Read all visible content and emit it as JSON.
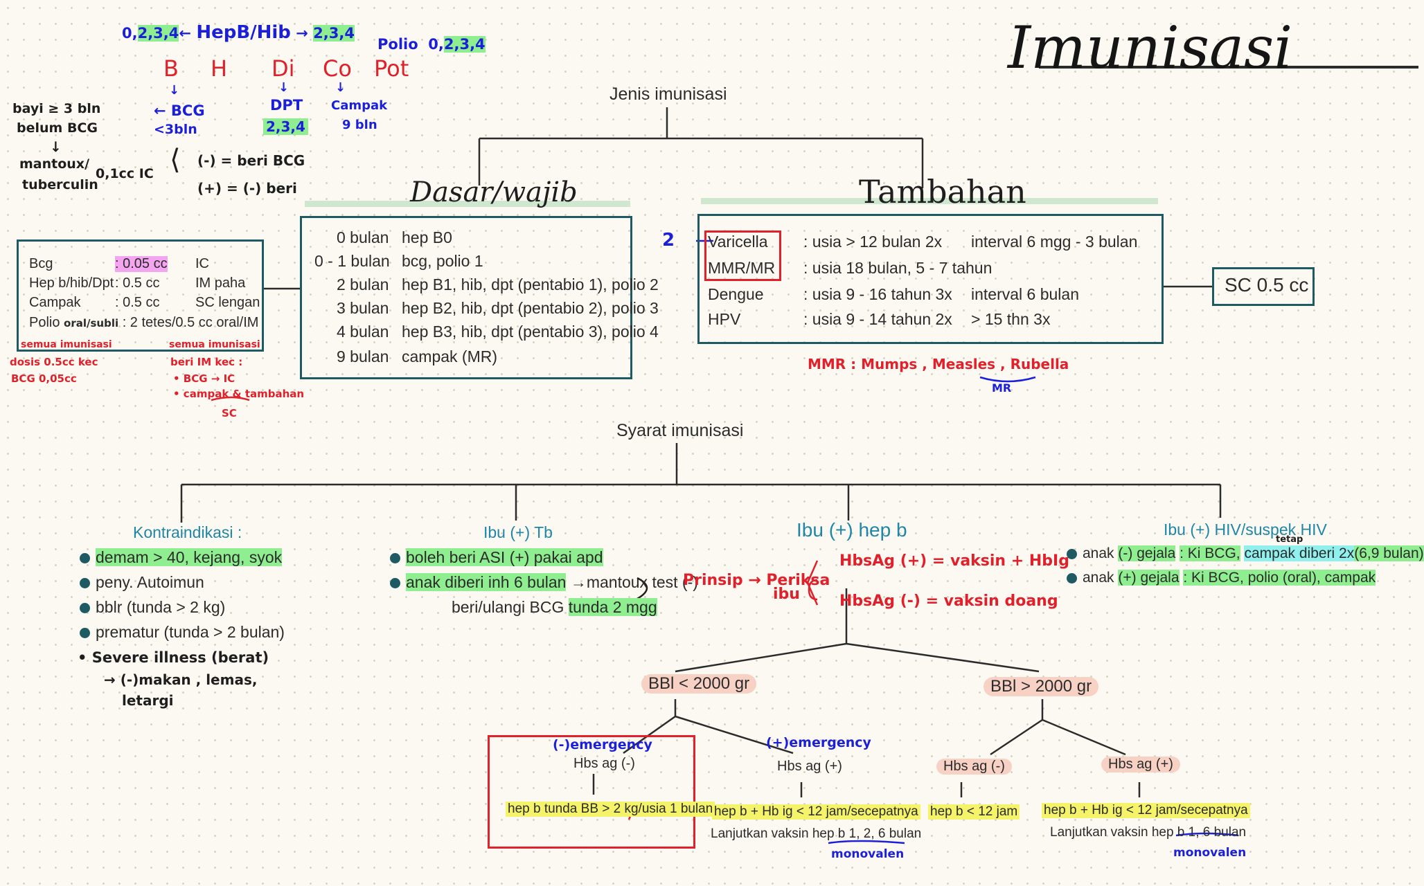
{
  "title": "Imunisasi",
  "top_notes": {
    "hepb_line_a": "0,",
    "hepb_line_a_hl": "2,3,4",
    "hepb_label": "HepB/Hib",
    "hepb_line_b": "2,3,4",
    "polio_label": "Polio",
    "polio_a": "0,",
    "polio_b": "2,3,4",
    "letters": [
      "B",
      "H",
      "Di",
      "Co",
      "Pot"
    ],
    "bcg": "BCG",
    "bcg_sub": "<3bln",
    "dpt": "DPT",
    "dpt_sub": "2,3,4",
    "campak": "Campak",
    "campak_sub": "9 bln",
    "bayi1": "bayi ≥ 3 bln",
    "bayi2": "belum BCG",
    "mantoux1": "mantoux/",
    "mantoux2": "tuberculin",
    "dose": "0,1cc IC",
    "neg": "(-) = beri BCG",
    "pos": "(+) = (-) beri"
  },
  "jenis_label": "Jenis imunisasi",
  "dasar_title": "Dasar/wajib",
  "tambahan_title": "Tambahan",
  "left_table": {
    "rows": [
      [
        "Bcg",
        ": 0.05 cc",
        "IC"
      ],
      [
        "Hep b/hib/Dpt",
        ": 0.5 cc",
        "IM paha"
      ],
      [
        "Campak",
        ": 0.5 cc",
        "SC lengan"
      ]
    ],
    "polio_a": "Polio",
    "polio_b": "oral/subli",
    "polio_c": ": 2 tetes/0.5 cc oral/IM",
    "note1a": "semua imunisasi",
    "note1b": "dosis 0.5cc kec",
    "note1c": "BCG 0,05cc",
    "note2a": "semua imunisasi",
    "note2b": "beri IM kec :",
    "note2c": "• BCG → IC",
    "note2d": "• campak & tambahan",
    "note2e": "SC"
  },
  "dasar_rows": [
    [
      "0 bulan",
      "hep B0"
    ],
    [
      "0 - 1 bulan",
      "bcg, polio 1"
    ],
    [
      "2 bulan",
      "hep B1,   hib, dpt (pentabio 1),  polio 2"
    ],
    [
      "3 bulan",
      "hep B2, hib, dpt (pentabio 2), polio 3"
    ],
    [
      "4 bulan",
      "hep B3, hib, dpt (pentabio 3), polio 4"
    ],
    [
      "9 bulan",
      "campak (MR)"
    ]
  ],
  "tambahan_rows": [
    [
      "Varicella",
      ": usia > 12 bulan   2x",
      "interval 6 mgg - 3 bulan"
    ],
    [
      "MMR/MR",
      ": usia 18 bulan, 5 - 7 tahun",
      ""
    ],
    [
      "Dengue",
      ": usia 9 - 16 tahun  3x",
      "interval 6 bulan"
    ],
    [
      "HPV",
      ": usia 9 - 14 tahun 2x",
      "> 15 thn 3x"
    ]
  ],
  "varicella_note": "2",
  "sc_box": "SC 0.5 cc",
  "mmr_note": "MMR  :  Mumps ,  Measles , Rubella",
  "mr_note": "MR",
  "syarat_label": "Syarat imunisasi",
  "kontra": {
    "title": "Kontraindikasi :",
    "items": [
      "demam > 40, kejang, syok",
      "peny. Autoimun",
      "bblr (tunda > 2 kg)",
      "prematur (tunda > 2 bulan)"
    ],
    "severe1": "• Severe illness  (berat)",
    "severe2": "→ (-)makan  , lemas,",
    "severe3": "letargi"
  },
  "ibu_tb": {
    "title": "Ibu (+) Tb",
    "item1": "boleh beri ASI (+) pakai apd",
    "item2": "anak diberi inh 6 bulan",
    "item2b": "mantoux test (-)",
    "item3": "beri/ulangi BCG",
    "item3b": "tunda 2 mgg"
  },
  "ibu_hepb": {
    "title": "Ibu (+) hep b",
    "prinsip": "Prinsip → Periksa",
    "ibu": "ibu",
    "pos": "HbsAg (+)  = vaksin  + HbIg",
    "neg": "HbsAg (-)  =  vaksin  doang",
    "bbl_low": "BBl < 2000 gr",
    "bbl_high": "BBl > 2000 gr",
    "emerg_neg": "(-)emergency",
    "emerg_pos": "(+)emergency",
    "hbs_neg": "Hbs ag (-)",
    "hbs_pos": "Hbs ag (+)",
    "low_neg_action": "hep b tunda BB > 2 kg/usia 1 bulan",
    "low_pos_action": "hep b + Hb ig < 12 jam/secepatnya",
    "low_pos_next": "Lanjutkan vaksin hep b 1, 2, 6 bulan",
    "monovalen": "monovalen",
    "high_neg_action": "hep b < 12 jam",
    "high_pos_action": "hep b + Hb ig < 12 jam/secepatnya",
    "high_pos_next": "Lanjutkan vaksin hep b 1, 6 bulan"
  },
  "ibu_hiv": {
    "title": "Ibu (+) HIV/suspek HIV",
    "tetap": "tetap",
    "item1a": "anak",
    "item1b": "(-) gejala",
    "item1c": ": Ki BCG,",
    "item1d": "campak diberi 2x",
    "item1e": "(6,9 bulan)",
    "item2a": "anak",
    "item2b": "(+) gejala",
    "item2c": ": Ki BCG, polio (oral), campak"
  },
  "colors": {
    "accent_box": "#1e5a63",
    "red_ink": "#e0202a",
    "blue_ink": "#1b1fd8",
    "teal_ink": "#1f86a8",
    "green_highlight": "#8fee8f",
    "yellow_highlight": "#f4f36a"
  }
}
